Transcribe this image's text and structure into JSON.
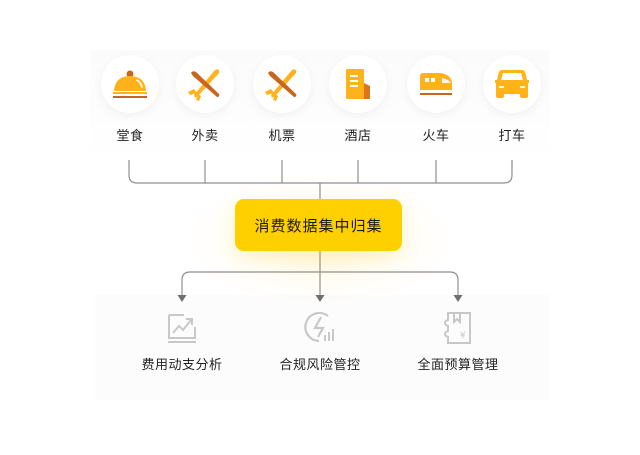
{
  "diagram": {
    "type": "flow",
    "sources": [
      {
        "label": "堂食",
        "icon": "cloche-icon"
      },
      {
        "label": "外卖",
        "icon": "airplane-icon"
      },
      {
        "label": "机票",
        "icon": "airplane-icon"
      },
      {
        "label": "酒店",
        "icon": "hotel-building-icon"
      },
      {
        "label": "火车",
        "icon": "train-icon"
      },
      {
        "label": "打车",
        "icon": "car-icon"
      }
    ],
    "hub": {
      "label": "消费数据集中归集"
    },
    "outcomes": [
      {
        "label": "费用动支分析",
        "icon": "trend-chart-icon"
      },
      {
        "label": "合规风险管控",
        "icon": "risk-bolt-icon"
      },
      {
        "label": "全面预算管理",
        "icon": "budget-book-icon"
      }
    ]
  },
  "colors": {
    "accent_yellow": "#FFD000",
    "icon_orange": "#FFB21A",
    "icon_brown": "#C9661C",
    "line_gray": "#8a8a8a",
    "outcome_icon_gray": "#c8c8c8",
    "text": "#222222"
  }
}
